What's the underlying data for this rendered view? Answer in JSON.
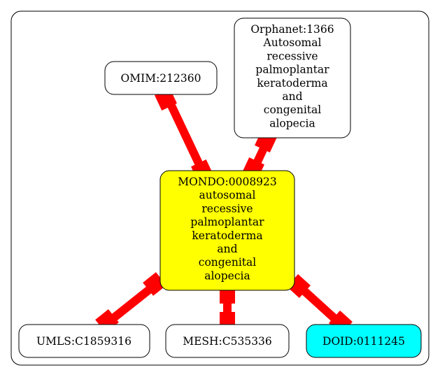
{
  "diagram": {
    "colors": {
      "edge": "#ff0000",
      "center_fill": "#ffff00",
      "doid_fill": "#00ffff",
      "default_fill": "#ffffff",
      "stroke": "#000000"
    },
    "nodes": {
      "center": {
        "id": "MONDO:0008923",
        "lines": [
          "MONDO:0008923",
          "autosomal",
          "recessive",
          "palmoplantar",
          "keratoderma",
          "and",
          "congenital",
          "alopecia"
        ]
      },
      "omim": {
        "id": "OMIM:212360",
        "lines": [
          "OMIM:212360"
        ]
      },
      "orphanet": {
        "id": "Orphanet:1366",
        "lines": [
          "Orphanet:1366",
          "Autosomal",
          "recessive",
          "palmoplantar",
          "keratoderma",
          "and",
          "congenital",
          "alopecia"
        ]
      },
      "umls": {
        "id": "UMLS:C1859316",
        "lines": [
          "UMLS:C1859316"
        ]
      },
      "mesh": {
        "id": "MESH:C535336",
        "lines": [
          "MESH:C535336"
        ]
      },
      "doid": {
        "id": "DOID:0111245",
        "lines": [
          "DOID:0111245"
        ]
      }
    }
  }
}
